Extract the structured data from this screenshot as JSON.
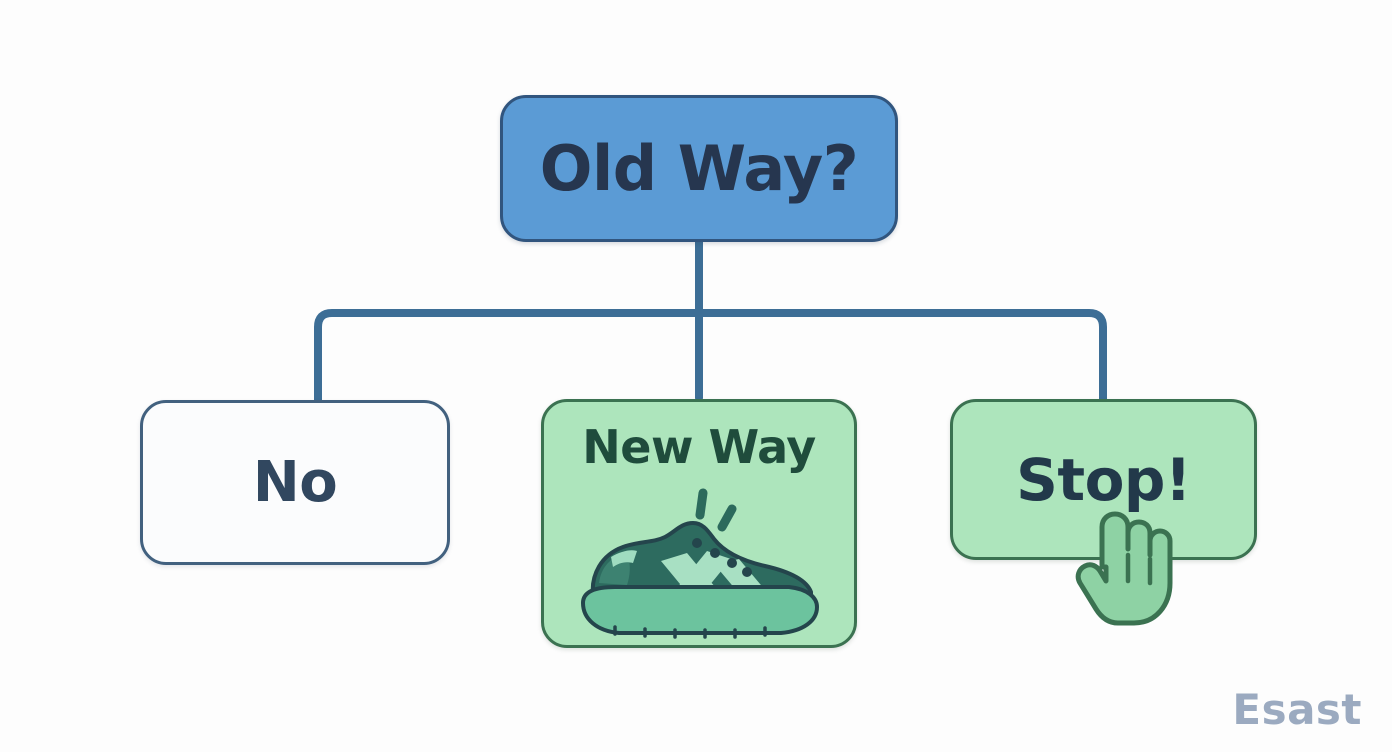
{
  "diagram": {
    "background_color": "#fdfdfd",
    "connector_color": "#3d6e96",
    "nodes": [
      {
        "id": "root",
        "label": "Old Way?",
        "fill": "#5b9bd5",
        "border": "#31557e",
        "text_color": "#26364f"
      },
      {
        "id": "no",
        "label": "No",
        "fill": "#fbfcfd",
        "border": "#42617f",
        "text_color": "#31475f"
      },
      {
        "id": "newway",
        "label": "New Way",
        "fill": "#ade5bc",
        "border": "#3b7251",
        "text_color": "#1f4c3c",
        "icon": "sneaker-icon"
      },
      {
        "id": "stop",
        "label": "Stop!",
        "fill": "#ade5bc",
        "border": "#3b7251",
        "text_color": "#22394a",
        "icon": "pointing-hand-icon"
      }
    ]
  },
  "watermark": {
    "text": "Esast",
    "color": "#93a4bb"
  }
}
